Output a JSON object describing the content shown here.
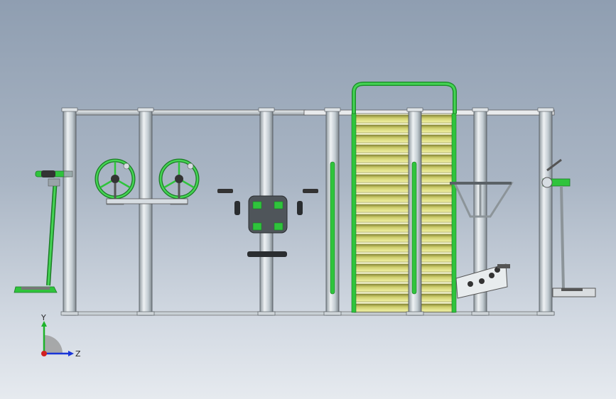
{
  "viewport": {
    "kind": "cad-front-view",
    "background_top": "#8f9eb1",
    "background_bottom": "#e6eaef"
  },
  "colors": {
    "accent": "#2fc43c",
    "post": "#c9d2d8",
    "ladder_dark": "#8d8a3a",
    "ladder_light": "#f2f2a0",
    "steel": "#d7dde2"
  },
  "triad": {
    "y_label": "Y",
    "z_label": "Z"
  },
  "equipment": [
    "leg-stretch-station",
    "twin-hand-wheels",
    "chest-press-station",
    "horizontal-ladder",
    "handle-bar-frame",
    "waist-twister",
    "balance-pedal-station"
  ]
}
